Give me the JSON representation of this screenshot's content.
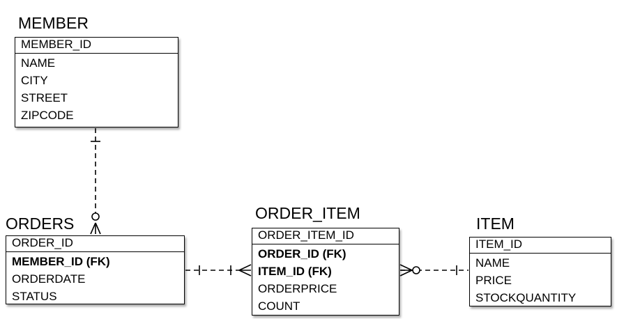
{
  "entities": {
    "member": {
      "title": "MEMBER",
      "pk": "MEMBER_ID",
      "attrs": [
        "NAME",
        "CITY",
        "STREET",
        "ZIPCODE"
      ]
    },
    "orders": {
      "title": "ORDERS",
      "pk": "ORDER_ID",
      "attrs": [
        "MEMBER_ID (FK)",
        "ORDERDATE",
        "STATUS"
      ]
    },
    "order_item": {
      "title": "ORDER_ITEM",
      "pk": "ORDER_ITEM_ID",
      "attrs": [
        "ORDER_ID (FK)",
        "ITEM_ID (FK)",
        "ORDERPRICE",
        "COUNT"
      ]
    },
    "item": {
      "title": "ITEM",
      "pk": "ITEM_ID",
      "attrs": [
        "NAME",
        "PRICE",
        "STOCKQUANTITY"
      ]
    }
  },
  "relationships": [
    {
      "from": "MEMBER",
      "to": "ORDERS",
      "from_end": "exactly-one",
      "to_end": "zero-or-many",
      "line": "dashed"
    },
    {
      "from": "ORDERS",
      "to": "ORDER_ITEM",
      "from_end": "exactly-one",
      "to_end": "one-or-many",
      "line": "dashed"
    },
    {
      "from": "ORDER_ITEM",
      "to": "ITEM",
      "from_end": "zero-or-many",
      "to_end": "exactly-one",
      "line": "dashed"
    }
  ]
}
